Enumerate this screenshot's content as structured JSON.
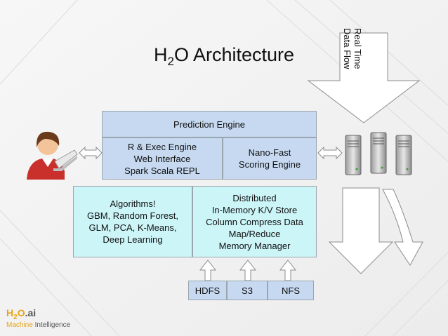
{
  "title": {
    "prefix": "H",
    "sub": "2",
    "suffix": "O Architecture"
  },
  "realtime_label": "Real Time\nData Flow",
  "prediction_engine": "Prediction Engine",
  "r_exec": "R & Exec Engine\nWeb Interface\nSpark Scala REPL",
  "nano_fast": "Nano-Fast\nScoring Engine",
  "algorithms": "Algorithms!\nGBM, Random Forest,\nGLM, PCA, K-Means,\nDeep Learning",
  "distributed": "Distributed\nIn-Memory K/V Store\nColumn Compress Data\nMap/Reduce\nMemory Manager",
  "storage": [
    "HDFS",
    "S3",
    "NFS"
  ],
  "logo": {
    "h": "H",
    "sub": "2",
    "o": "O",
    "ai": ".ai",
    "tag_accent": "Machine",
    "tag_rest": " Intelligence"
  },
  "colors": {
    "accent": "#e8a41a",
    "box_blue": "#c6d9f1",
    "box_cyan": "#ccf5f8"
  }
}
